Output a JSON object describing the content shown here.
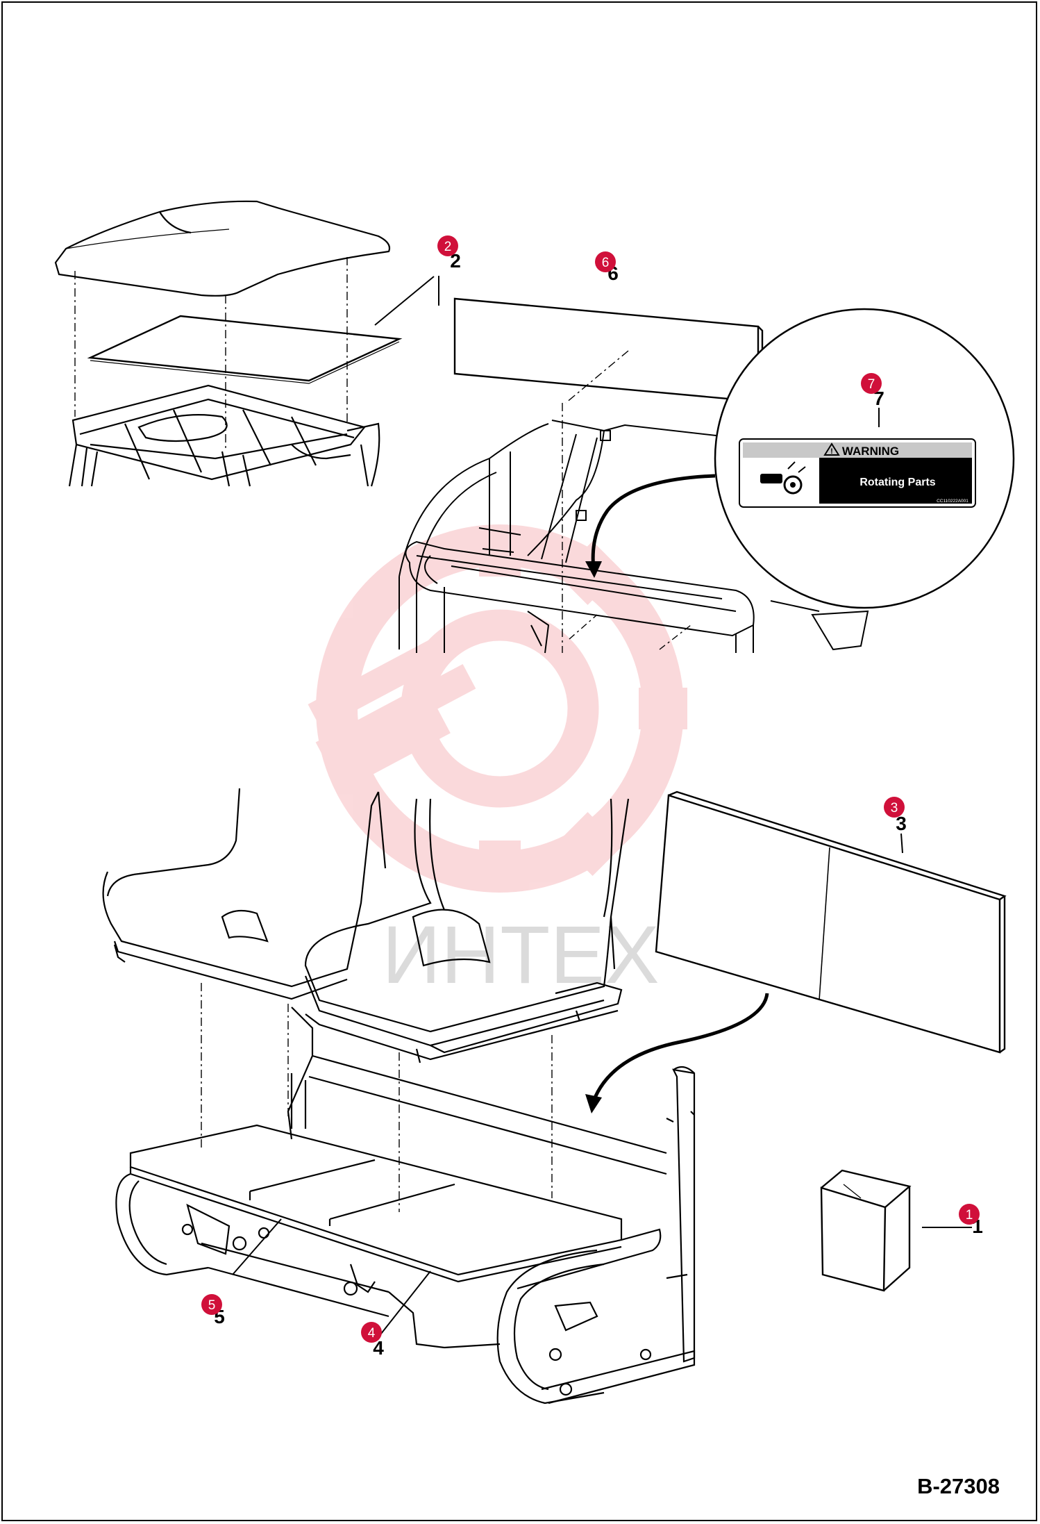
{
  "drawing_code": "B-27308",
  "warning_label": {
    "header": "WARNING",
    "text": "Rotating Parts",
    "code": "CC110222A001"
  },
  "watermark": {
    "text": "ИНТЕХ",
    "color": "#e8333c"
  },
  "callouts": [
    {
      "id": "callout-1",
      "number": "1"
    },
    {
      "id": "callout-2",
      "number": "2"
    },
    {
      "id": "callout-3",
      "number": "3"
    },
    {
      "id": "callout-4",
      "number": "4"
    },
    {
      "id": "callout-5",
      "number": "5"
    },
    {
      "id": "callout-6",
      "number": "6"
    },
    {
      "id": "callout-7",
      "number": "7"
    }
  ],
  "colors": {
    "callout_badge": "#d0103a",
    "line": "#000000",
    "label_bg": "#000000"
  }
}
